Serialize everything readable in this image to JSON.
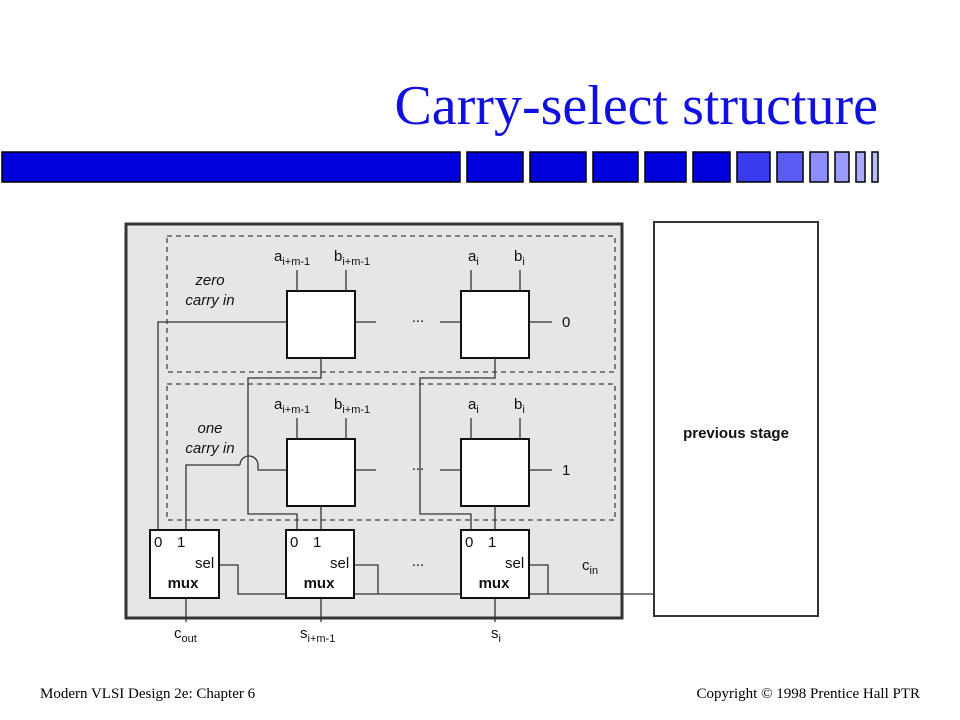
{
  "slide": {
    "title": "Carry-select structure",
    "footer_left": "Modern VLSI Design 2e: Chapter 6",
    "footer_right_prefix": "Copyright ",
    "copyright_symbol": "©",
    "footer_right_suffix": " 1998 Prentice Hall PTR"
  },
  "colors": {
    "title": "#1010e0",
    "bar_primary": "#0000dd",
    "bar_light": "#8c8cff",
    "diagram_bg": "#e6e6e6"
  },
  "diagram": {
    "zero_region_label": [
      "zero",
      "carry in"
    ],
    "one_region_label": [
      "one",
      "carry in"
    ],
    "zero_row_value": "0",
    "one_row_value": "1",
    "ellipsis": "...",
    "adder_inputs": {
      "left": {
        "a": "a",
        "a_sub": "i+m-1",
        "b": "b",
        "b_sub": "i+m-1"
      },
      "right": {
        "a": "a",
        "a_sub": "i",
        "b": "b",
        "b_sub": "i"
      }
    },
    "mux": {
      "in0": "0",
      "in1": "1",
      "sel": "sel",
      "name": "mux"
    },
    "outputs": {
      "cout": "c",
      "cout_sub": "out",
      "s_left": "s",
      "s_left_sub": "i+m-1",
      "s_right": "s",
      "s_right_sub": "i"
    },
    "cin": "c",
    "cin_sub": "in",
    "previous_stage": "previous stage"
  }
}
